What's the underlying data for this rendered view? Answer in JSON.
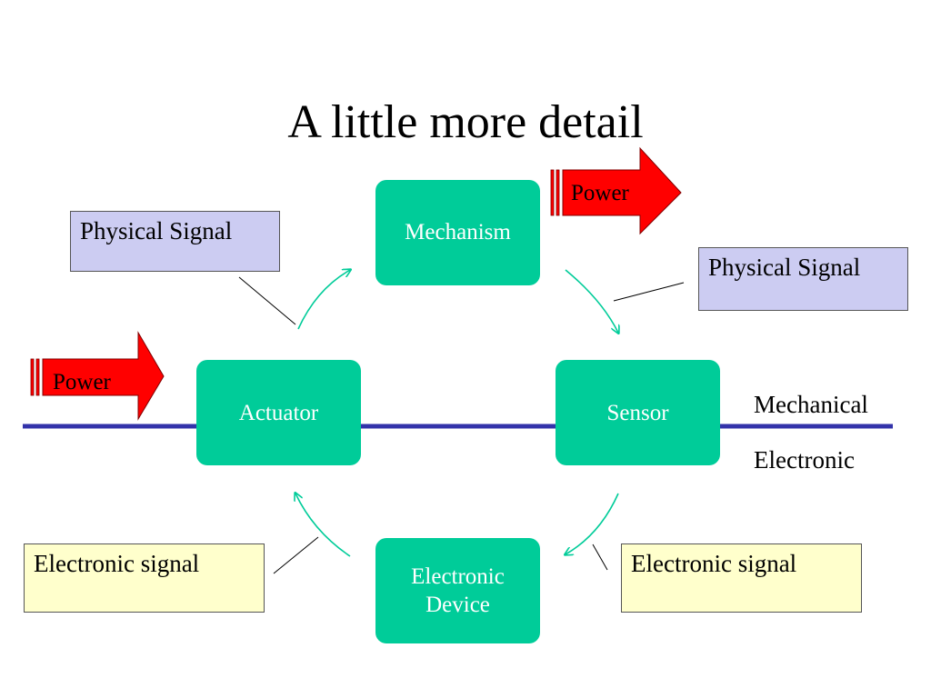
{
  "title": "A little more detail",
  "nodes": {
    "mechanism": "Mechanism",
    "actuator": "Actuator",
    "sensor": "Sensor",
    "electronic_device": "Electronic\nDevice"
  },
  "labels": {
    "physical_signal_left": "Physical Signal",
    "physical_signal_right": "Physical Signal",
    "electronic_signal_left": "Electronic signal",
    "electronic_signal_right": "Electronic signal"
  },
  "power": {
    "top": "Power",
    "left": "Power"
  },
  "domains": {
    "mechanical": "Mechanical",
    "electronic": "Electronic"
  },
  "colors": {
    "node": "#00cc99",
    "arrow": "#00cc99",
    "divider": "#3333aa",
    "power": "#ff0000",
    "physical_box": "#ccccf2",
    "electronic_box": "#ffffcc"
  }
}
